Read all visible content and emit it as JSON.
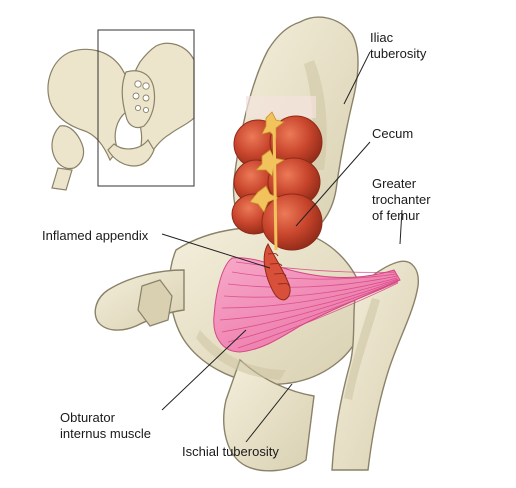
{
  "labels": {
    "iliac_tuberosity": [
      "Iliac",
      "tuberosity"
    ],
    "cecum": [
      "Cecum"
    ],
    "greater_trochanter": [
      "Greater",
      "trochanter",
      "of femur"
    ],
    "inflamed_appendix": [
      "Inflamed appendix"
    ],
    "obturator_internus": [
      "Obturator",
      "internus muscle"
    ],
    "ischial_tuberosity": [
      "Ischial tuberosity"
    ]
  },
  "colors": {
    "bone": "#ece5cc",
    "bone_shadow": "#cdc4a2",
    "bone_outline": "#8a8268",
    "colon": "#c8452c",
    "colon_dark": "#8e2a18",
    "fat": "#f2c25c",
    "muscle": "#ef7fae",
    "muscle_line": "#d64585",
    "leader": "#222222"
  }
}
